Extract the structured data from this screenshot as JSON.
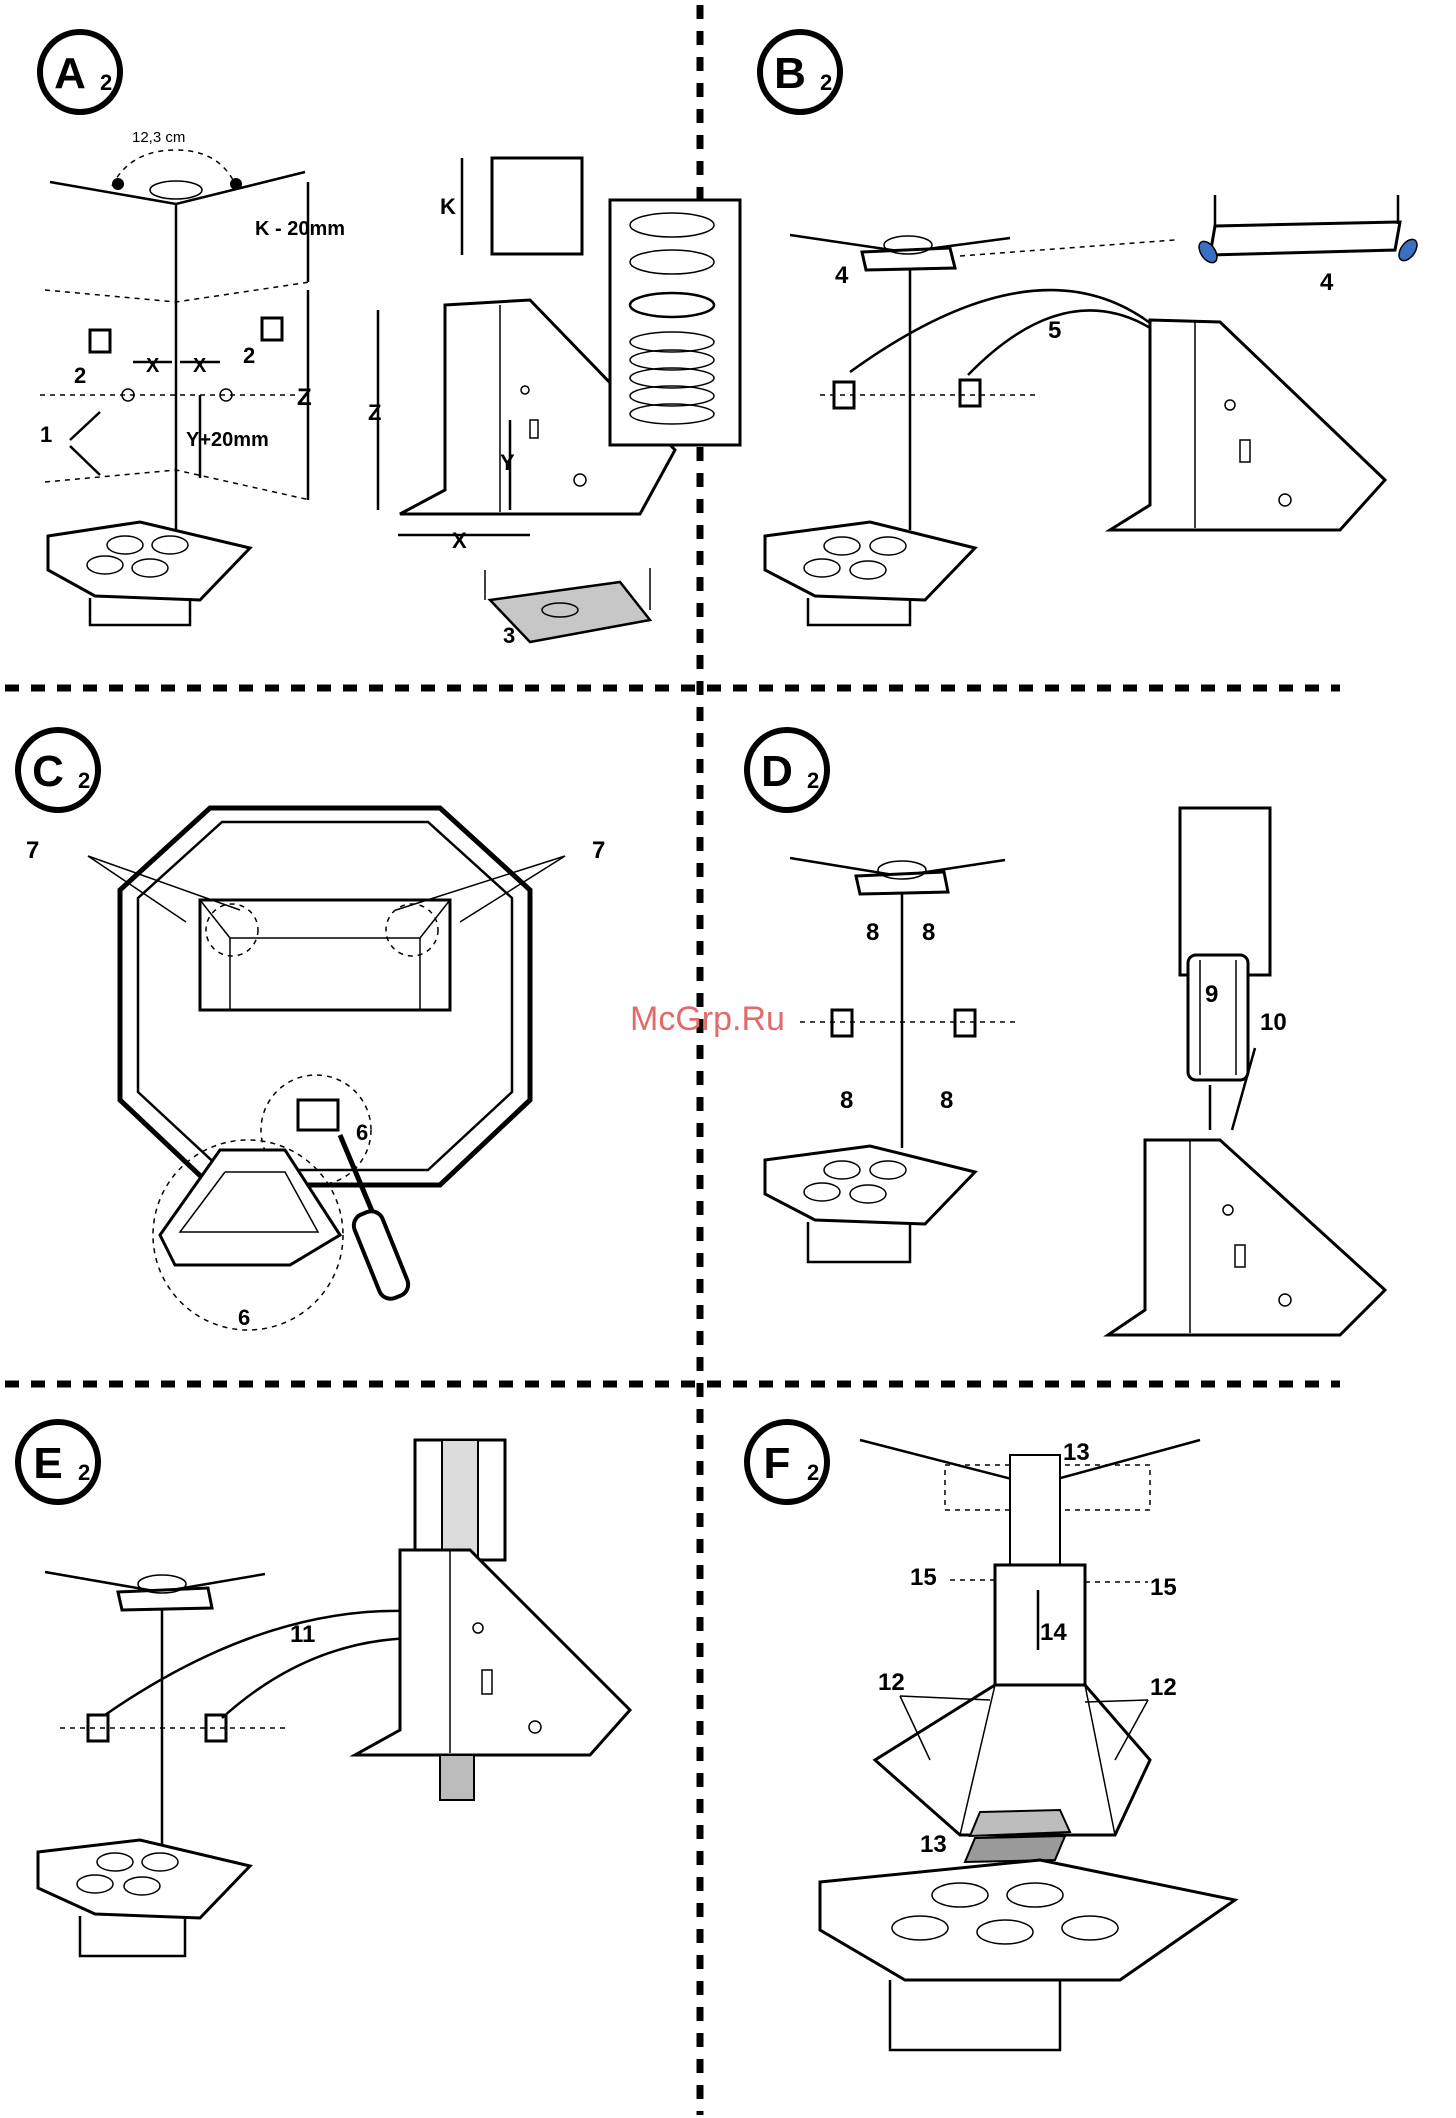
{
  "panels": [
    {
      "id": "A",
      "letter": "A",
      "sub": "2"
    },
    {
      "id": "B",
      "letter": "B",
      "sub": "2"
    },
    {
      "id": "C",
      "letter": "C",
      "sub": "2"
    },
    {
      "id": "D",
      "letter": "D",
      "sub": "2"
    },
    {
      "id": "E",
      "letter": "E",
      "sub": "2"
    },
    {
      "id": "F",
      "letter": "F",
      "sub": "2"
    }
  ],
  "panel_a": {
    "spacing": "12,3 cm",
    "k_minus": "K - 20mm",
    "x": "X",
    "y_plus": "Y+20mm",
    "z": "Z",
    "k": "K",
    "y": "Y",
    "label_1": "1",
    "label_2": "2",
    "label_3": "3"
  },
  "panel_b": {
    "label_4": "4",
    "label_5": "5"
  },
  "panel_c": {
    "label_6": "6",
    "label_7": "7"
  },
  "panel_d": {
    "label_8": "8",
    "label_9": "9",
    "label_10": "10"
  },
  "panel_e": {
    "label_11": "11"
  },
  "panel_f": {
    "label_12": "12",
    "label_13": "13",
    "label_14": "14",
    "label_15": "15"
  },
  "watermark": "McGrp.Ru"
}
